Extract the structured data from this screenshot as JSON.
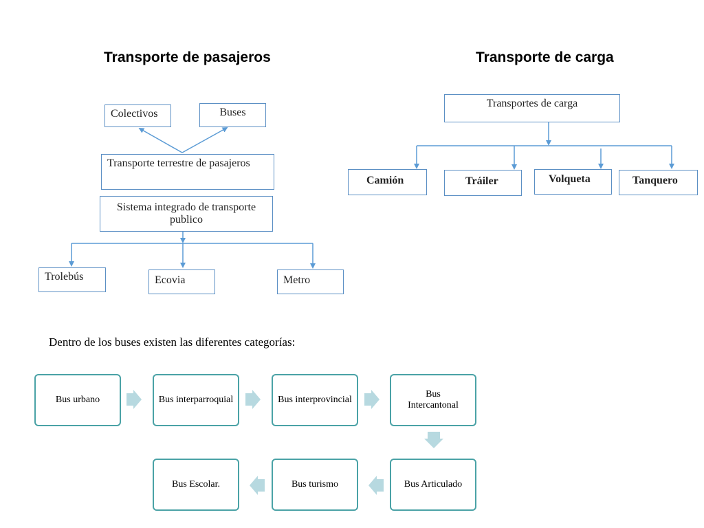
{
  "titles": {
    "passengers": "Transporte de pasajeros",
    "cargo": "Transporte de carga"
  },
  "passenger_diagram": {
    "colectivos": "Colectivos",
    "buses": "Buses",
    "terrestre": "Transporte terrestre de pasajeros",
    "sistema": "Sistema integrado de transporte publico",
    "trolebus": "Trolebús",
    "ecovia": "Ecovia",
    "metro": "Metro"
  },
  "cargo_diagram": {
    "root": "Transportes de carga",
    "camion": "Camión",
    "trailer": "Tráiler",
    "volqueta": "Volqueta",
    "tanquero": "Tanquero"
  },
  "note": "Dentro de los buses existen las diferentes categorías:",
  "bus_categories": {
    "urbano": "Bus urbano",
    "interparroquial": "Bus interparroquial",
    "interprovincial": "Bus interprovincial",
    "intercantonal": "Bus Intercantonal",
    "articulado": "Bus Articulado",
    "turismo": "Bus turismo",
    "escolar": "Bus Escolar."
  },
  "colors": {
    "box_border": "#5b8fc4",
    "connector": "#5b9bd5",
    "category_border": "#4aa2a6",
    "chevron": "#b7d9e0"
  }
}
